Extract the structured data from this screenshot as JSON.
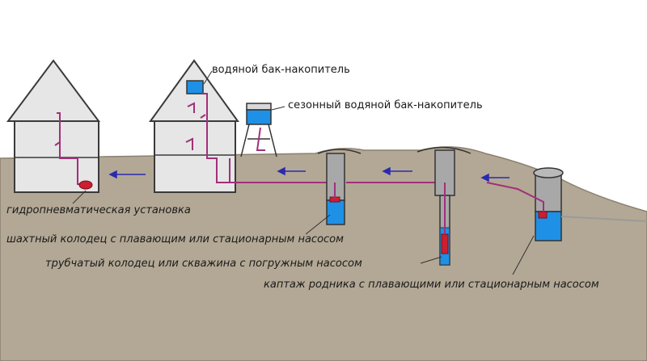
{
  "labels": {
    "water_tank": "водяной бак-накопитель",
    "seasonal_tank": "сезонный водяной бак-накопитель",
    "hydro_unit": "гидропневматическая установка",
    "shaft_well": "шахтный колодец с плавающим или стационарным насосом",
    "tube_well": "трубчатый колодец или скважина с погружным насосом",
    "spring_capture": "каптаж родника с плавающими или стационарным насосом"
  },
  "colors": {
    "ground": "#b3a895",
    "ground_line": "#8a8070",
    "house_fill": "#e6e6e6",
    "house_stroke": "#3a3a3a",
    "pipe": "#a0307a",
    "flow_arrow": "#2a2ab0",
    "water": "#1e90e6",
    "well_gray": "#a8a8a8",
    "pump": "#cc1f2f"
  }
}
